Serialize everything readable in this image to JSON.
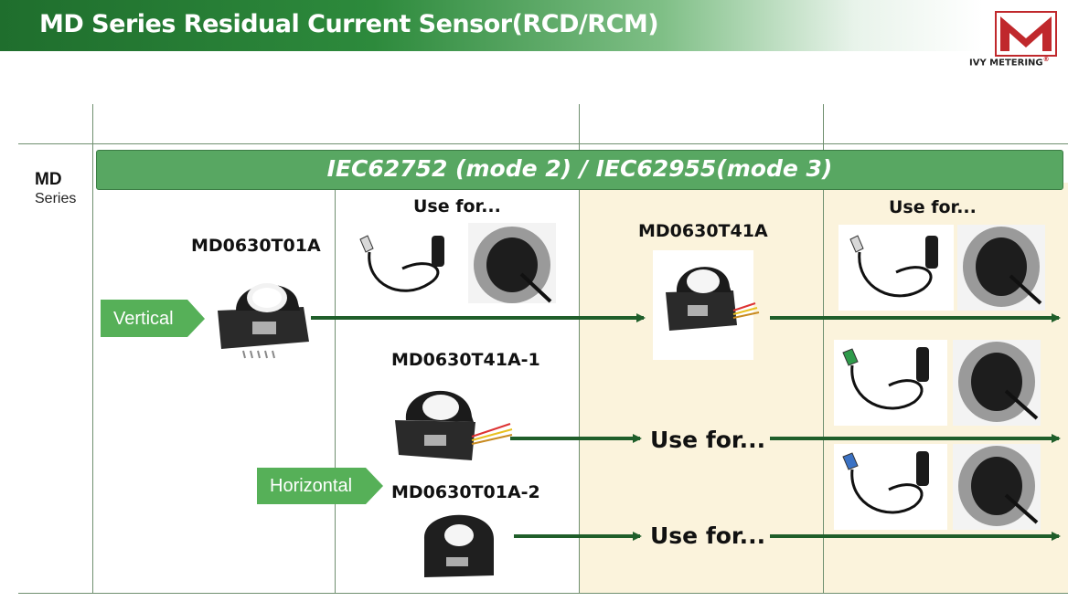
{
  "header": {
    "title": "MD Series Residual Current Sensor(RCD/RCM)"
  },
  "logo": {
    "brand": "IVY METERING",
    "reg_mark": "®"
  },
  "standards_bar": {
    "label": "IEC62752 (mode 2) / IEC62955(mode 3)"
  },
  "row_label": {
    "title": "MD",
    "subtitle": "Series"
  },
  "tags": {
    "vertical": "Vertical",
    "horizontal": "Horizontal"
  },
  "products": {
    "p1": "MD0630T01A",
    "p2": "MD0630T41A",
    "p3": "MD0630T41A-1",
    "p4": "MD0630T01A-2"
  },
  "use_for": "Use for...",
  "colors": {
    "green_header": "#2d8a3c",
    "green_bar": "#58a762",
    "arrow": "#1f5e2a",
    "yellow_bg": "#fbf3dc",
    "logo_red": "#c0282c"
  }
}
